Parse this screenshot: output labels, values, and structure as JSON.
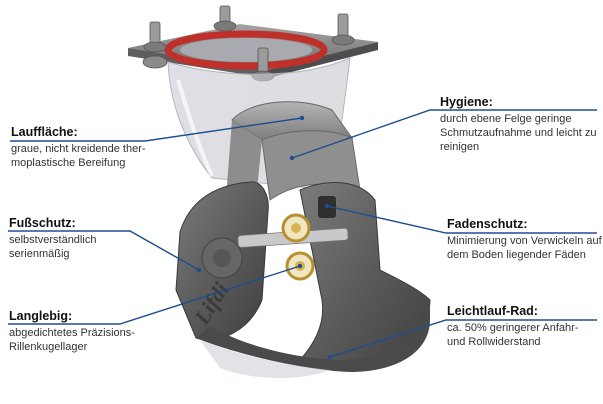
{
  "colors": {
    "leader_line": "#1d4e8f",
    "housing_dark": "#5a5a5a",
    "housing_mid": "#7a7a7a",
    "housing_light": "#a9a9a9",
    "plate": "#8c8c8c",
    "seal_ring": "#c0302a",
    "dome": "#dcdde2",
    "bearing_gold": "#d8b24a"
  },
  "labels": {
    "lauffläche": {
      "title": "Lauffläche:",
      "desc": "graue, nicht kreidende ther-\nmoplastische Bereifung"
    },
    "hygiene": {
      "title": "Hygiene:",
      "desc": "durch ebene Felge geringe\nSchmutzaufnahme und leicht zu\nreinigen"
    },
    "fussschutz": {
      "title": "Fußschutz:",
      "desc": "selbstverständlich\nserienmäßig"
    },
    "fadenschutz": {
      "title": "Fadenschutz:",
      "desc": "Minimierung von Verwickeln auf\ndem Boden liegender Fäden"
    },
    "langlebig": {
      "title": "Langlebig:",
      "desc": "abgedichtetes Präzisions-\nRillenkugellager"
    },
    "leichtlauf": {
      "title": "Leichtlauf-Rad:",
      "desc": "ca. 50% geringerer Anfahr-\nund Rollwiderstand"
    }
  },
  "brand_mark": "Lifdi"
}
